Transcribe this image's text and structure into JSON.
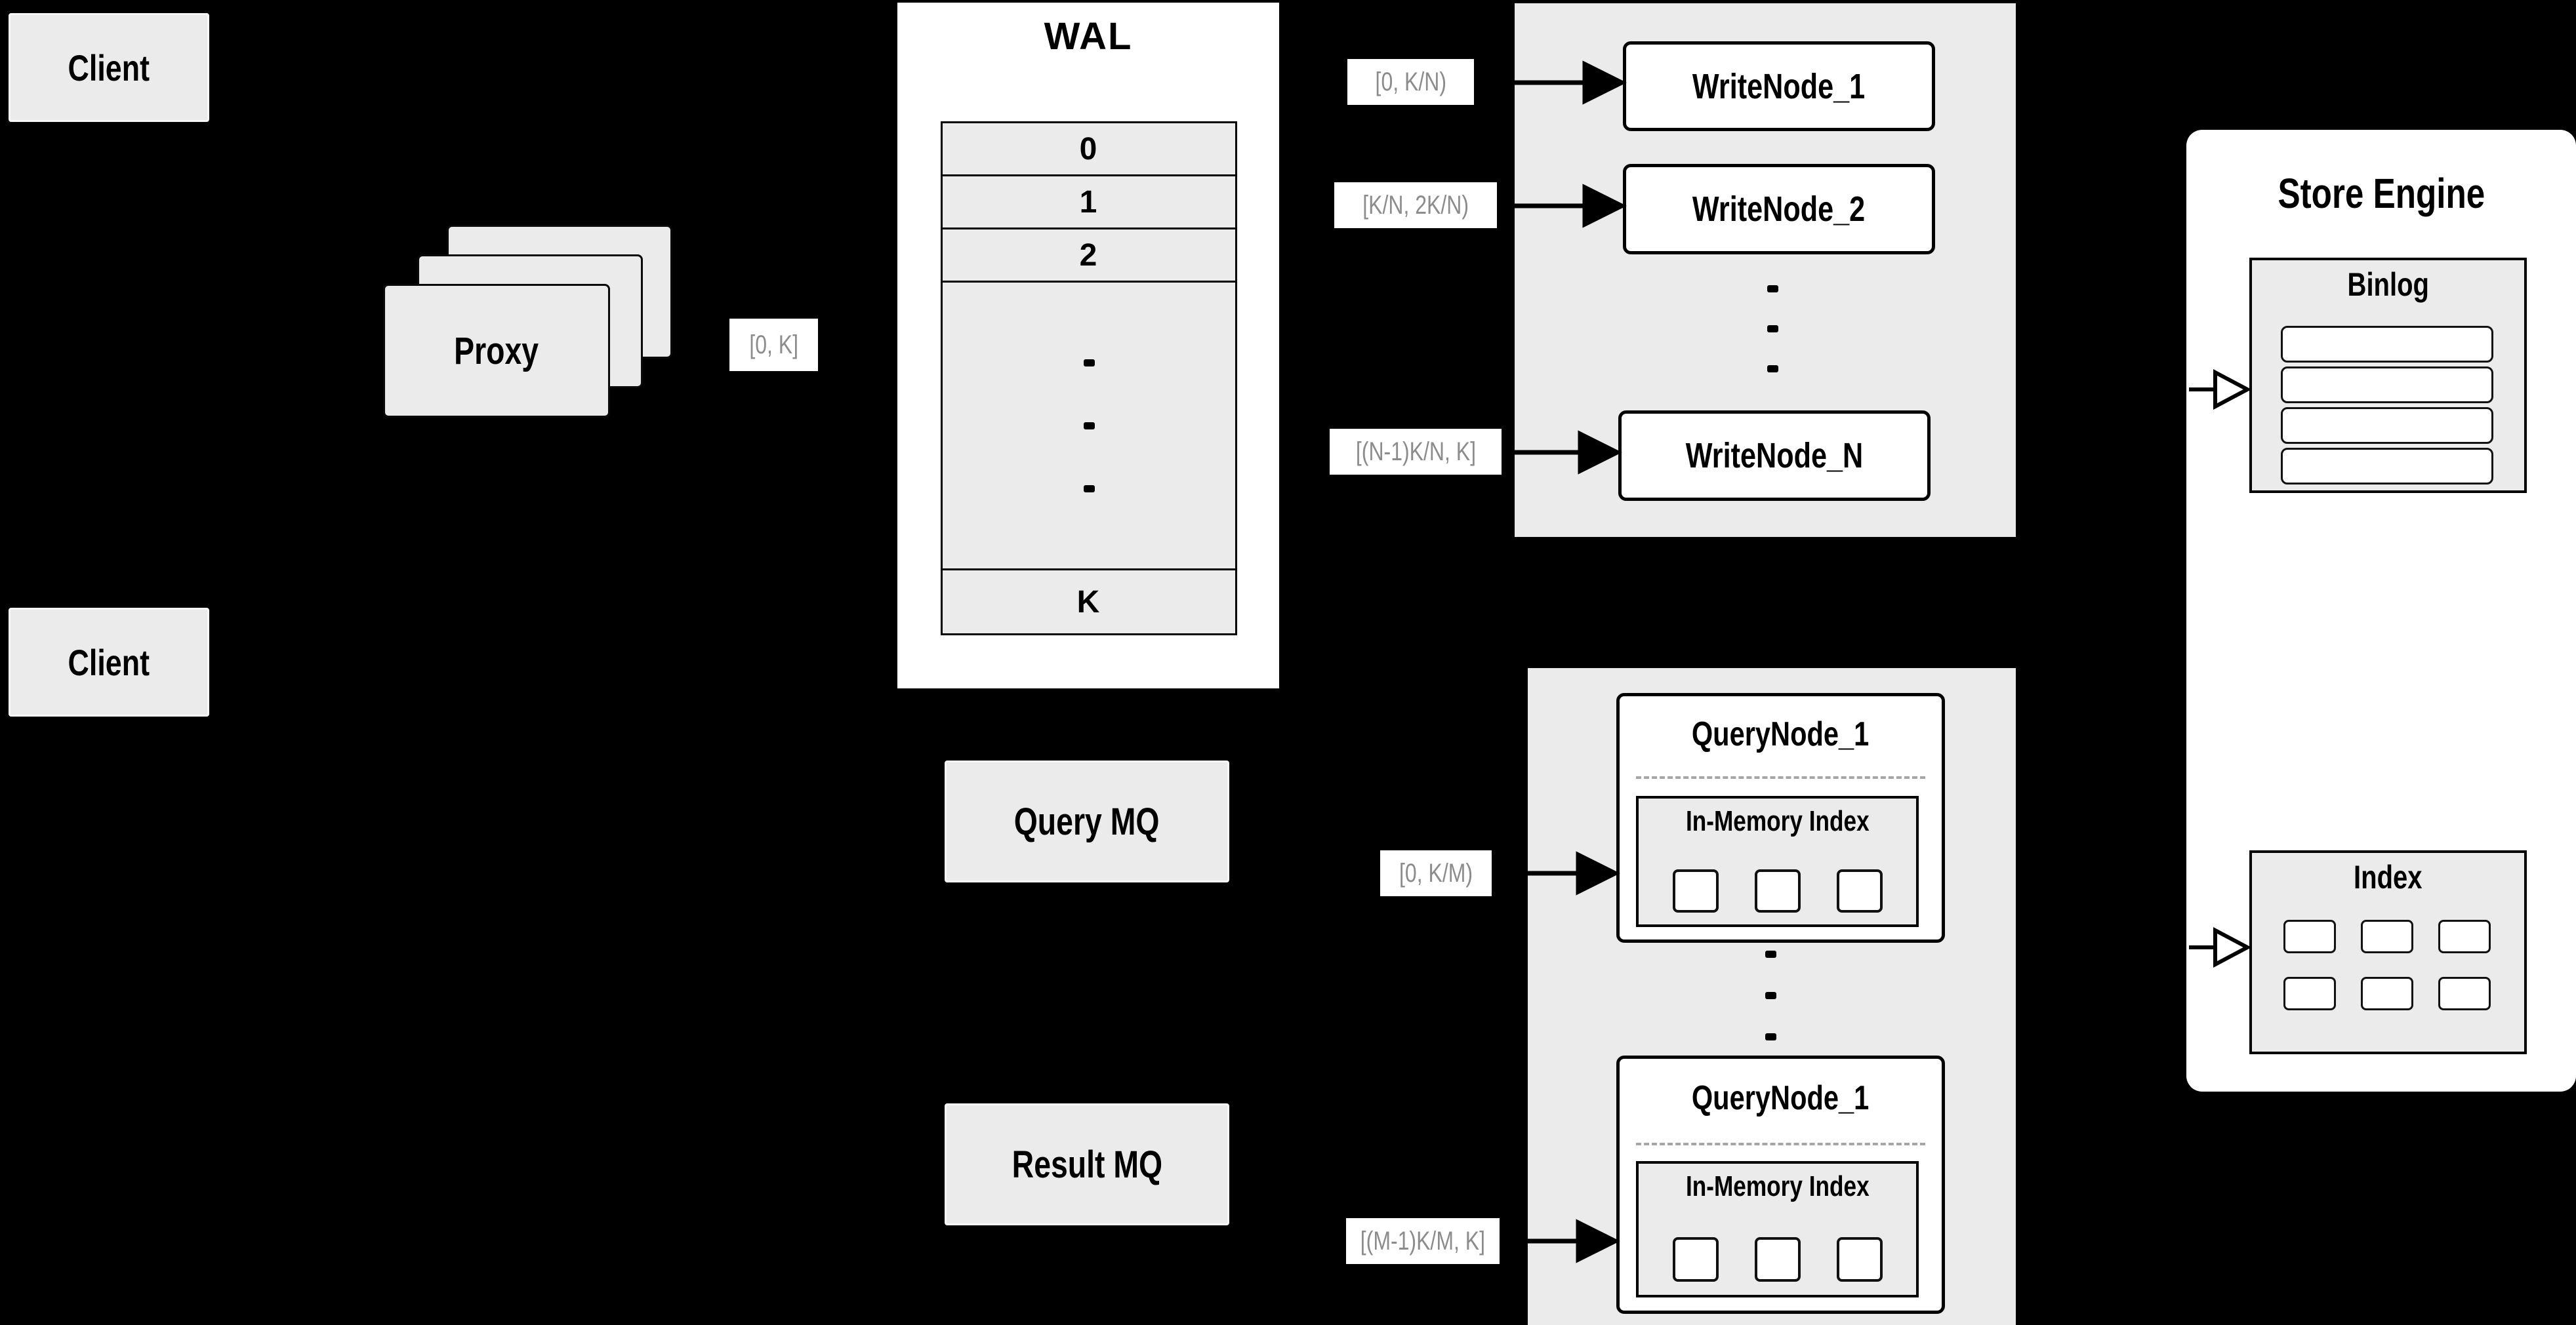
{
  "diagram": {
    "colors": {
      "background": "#000000",
      "box_fill": "#ebebeb",
      "node_fill": "#ffffff",
      "border": "#000000",
      "range_label_text": "#8c8c8c",
      "dashed_divider": "#a6a6a6"
    },
    "clients": {
      "top": "Client",
      "bottom": "Client"
    },
    "proxy": {
      "label": "Proxy",
      "range_out": "[0, K]"
    },
    "wal": {
      "title": "WAL",
      "segments": [
        "0",
        "1",
        "2"
      ],
      "last_segment": "K"
    },
    "write_group": {
      "nodes": [
        {
          "label": "WriteNode_1",
          "range": "[0, K/N)"
        },
        {
          "label": "WriteNode_2",
          "range": "[K/N, 2K/N)"
        },
        {
          "label": "WriteNode_N",
          "range": "[(N-1)K/N, K]"
        }
      ]
    },
    "store_engine": {
      "title": "Store Engine",
      "binlog": {
        "title": "Binlog",
        "bar_count": 4
      },
      "index": {
        "title": "Index",
        "cell_rows": 2,
        "cell_cols": 3
      }
    },
    "mq": {
      "query": "Query MQ",
      "result": "Result MQ"
    },
    "query_group": {
      "nodes": [
        {
          "label": "QueryNode_1",
          "inner_title": "In-Memory Index",
          "range": "[0, K/M)",
          "segment_count": 3
        },
        {
          "label": "QueryNode_1",
          "inner_title": "In-Memory Index",
          "range": "[(M-1)K/M, K]",
          "segment_count": 3
        }
      ]
    }
  }
}
